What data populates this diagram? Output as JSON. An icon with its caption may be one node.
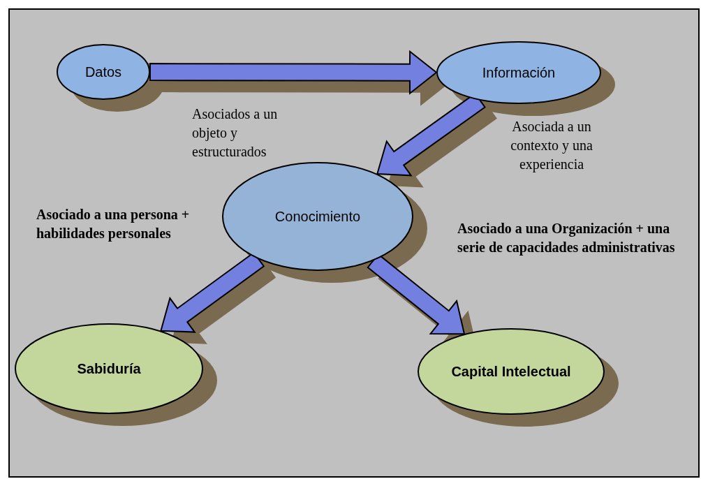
{
  "diagram": {
    "nodes": [
      {
        "text": [
          "Datos"
        ]
      },
      {
        "text": [
          "Información"
        ]
      },
      {
        "text": [
          "Conocimiento"
        ]
      },
      {
        "text": [
          "Sabiduría"
        ]
      },
      {
        "text": [
          "Capital Intelectual"
        ]
      }
    ],
    "edges": [
      {
        "from": 0,
        "to": 1,
        "arrow": "to"
      },
      {
        "from": 1,
        "to": 2,
        "arrow": "to"
      },
      {
        "from": 2,
        "to": 3,
        "arrow": "to"
      },
      {
        "from": 2,
        "to": 4,
        "arrow": "to"
      }
    ],
    "labels": [
      "Asociados a un objeto y estructurados",
      "Asociada a un contexto y una experiencia",
      "Asociado a una persona + habilidades personales",
      "Asociado a una Organización + una serie de capacidades administrativas"
    ]
  }
}
